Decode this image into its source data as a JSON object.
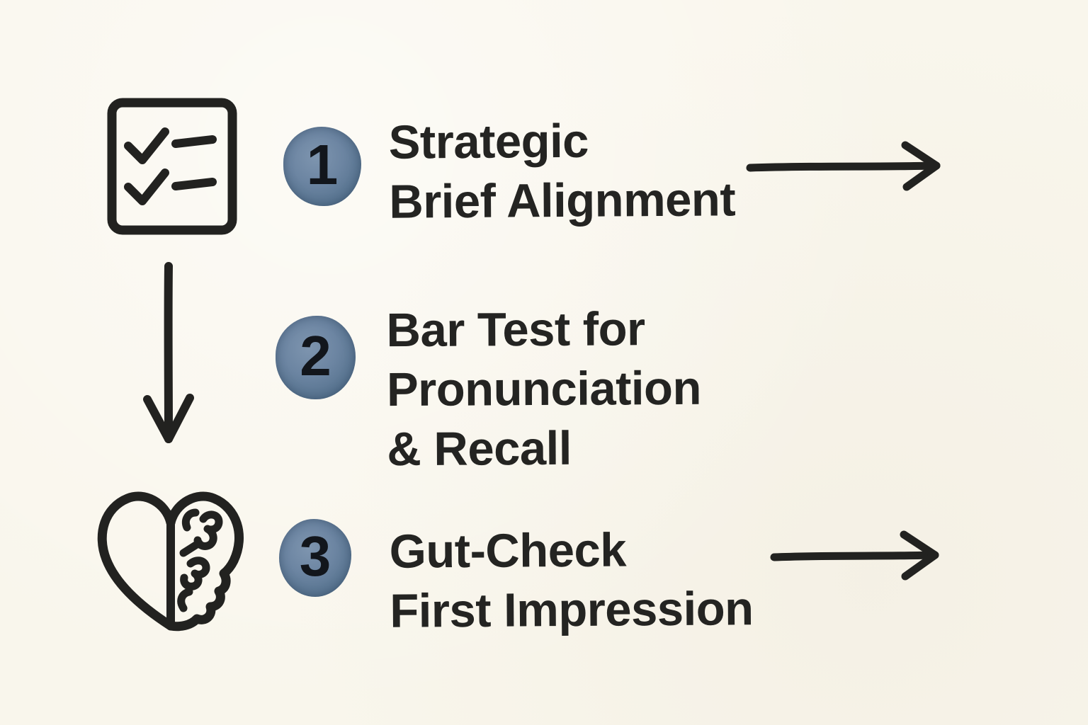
{
  "diagram": {
    "style": "hand-drawn sketch on cream paper",
    "colors": {
      "background": "#f9f6ec",
      "ink": "#222220",
      "badge_blue": "#5d7896",
      "badge_blue_light": "#7e95af",
      "badge_blue_dark": "#46607c",
      "number_ink": "#12161c"
    },
    "steps": [
      {
        "number": "1",
        "icon": "checklist-icon",
        "lines": [
          "Strategic",
          "Brief Alignment"
        ],
        "has_right_arrow": true
      },
      {
        "number": "2",
        "icon": null,
        "lines": [
          "Bar Test for",
          "Pronunciation",
          "& Recall"
        ],
        "has_right_arrow": false
      },
      {
        "number": "3",
        "icon": "heart-brain-icon",
        "lines": [
          "Gut-Check",
          "First Impression"
        ],
        "has_right_arrow": true
      }
    ],
    "connectors": [
      "down-arrow-between-icons",
      "right-arrow-step-1",
      "right-arrow-step-3"
    ]
  }
}
